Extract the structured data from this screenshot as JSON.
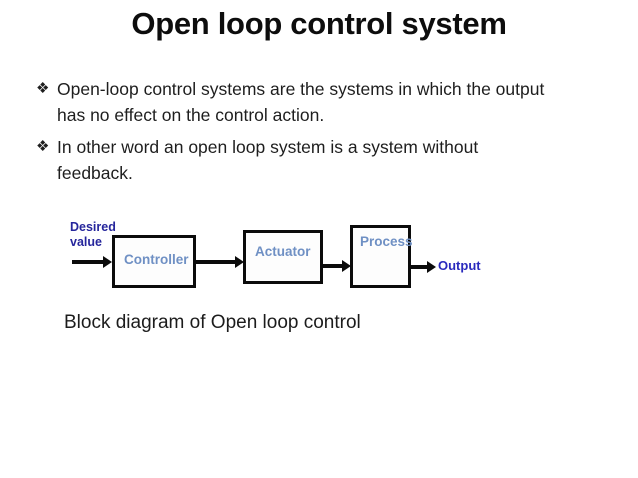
{
  "slide": {
    "title": "Open loop control system",
    "bullet_marker": "❖",
    "bullets": [
      "Open-loop control systems are the systems in which the output has no effect on the control action.",
      "In other word an open loop system is a system without feedback."
    ],
    "caption": "Block diagram of Open loop control"
  },
  "diagram": {
    "input_label": "Desired value",
    "blocks": [
      {
        "label": "Controller"
      },
      {
        "label": "Actuator"
      },
      {
        "label": "Process"
      }
    ],
    "output_label": "Output",
    "colors": {
      "input_label": "#26269c",
      "output_label": "#2a2abd",
      "block_label": "#6f90c4",
      "line": "#0b0b0b"
    }
  }
}
